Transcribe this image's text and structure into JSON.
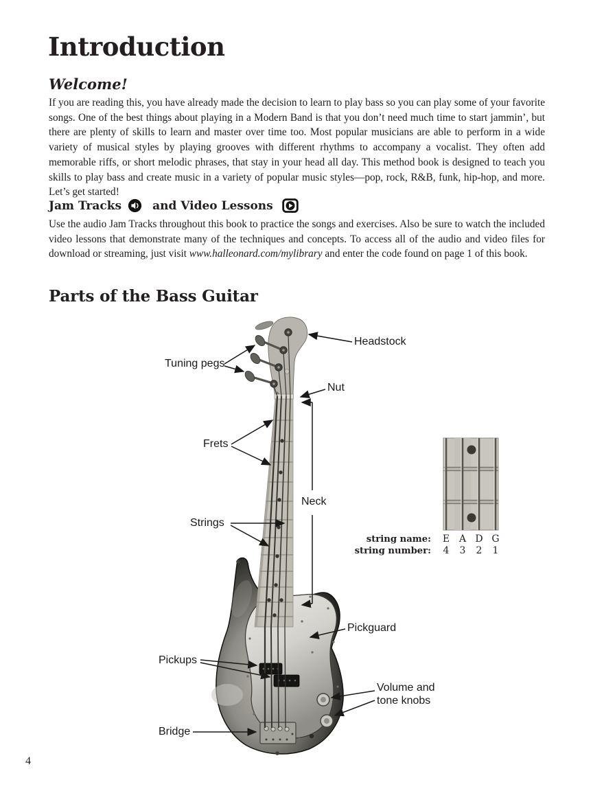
{
  "page": {
    "title": "Introduction",
    "page_number": "4",
    "ink_color": "#231f20",
    "welcome": {
      "heading": "Welcome!",
      "body": "If you are reading this, you have already made the decision to learn to play bass so you can play some of your favorite songs. One of the best things about playing in a Modern Band is that you don’t need much time to start jammin’, but there are plenty of skills to learn and master over time too. Most popular musicians are able to perform in a wide variety of musical styles by playing grooves with different rhythms to accompany a vocalist. They often add memorable riffs, or short melodic phrases, that stay in your head all day. This method book is designed to teach you skills to play bass and create music in a variety of popular music styles—pop, rock, R&B, funk, hip-hop, and more. Let’s get started!"
    },
    "media": {
      "jam_tracks_label": "Jam Tracks",
      "video_lessons_label": "and Video Lessons",
      "audio_icon": "speaker-icon",
      "video_icon": "video-play-icon",
      "body_before_link": "Use the audio Jam Tracks throughout this book to practice the songs and exercises. Also be sure to watch the included video lessons that demonstrate many of the techniques and concepts. To access all of the audio and video files for download or streaming, just visit ",
      "link_text": "www.halleonard.com/mylibrary",
      "body_after_link": " and enter the code found on page 1 of this book."
    },
    "parts": {
      "heading": "Parts of the Bass Guitar",
      "labels": {
        "headstock": "Headstock",
        "tuning_pegs": "Tuning pegs",
        "nut": "Nut",
        "frets": "Frets",
        "neck": "Neck",
        "strings": "Strings",
        "pickguard": "Pickguard",
        "pickups": "Pickups",
        "volume_line1": "Volume and",
        "volume_line2": "tone knobs",
        "bridge": "Bridge"
      },
      "string_table": {
        "name_label": "string name:",
        "number_label": "string number:",
        "names": [
          "E",
          "A",
          "D",
          "G"
        ],
        "numbers": [
          "4",
          "3",
          "2",
          "1"
        ]
      }
    }
  }
}
